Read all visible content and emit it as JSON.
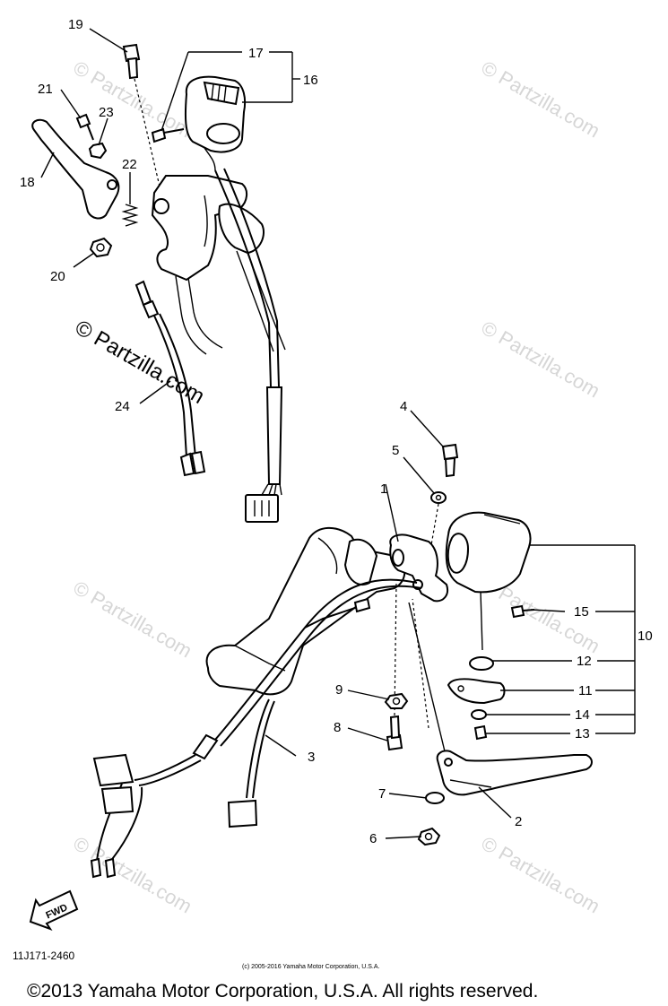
{
  "watermark": {
    "text": "© Partzilla.com"
  },
  "callouts": {
    "c1": "1",
    "c2": "2",
    "c3": "3",
    "c4": "4",
    "c5": "5",
    "c6": "6",
    "c7": "7",
    "c8": "8",
    "c9": "9",
    "c10": "10",
    "c11": "11",
    "c12": "12",
    "c13": "13",
    "c14": "14",
    "c15": "15",
    "c16": "16",
    "c17": "17",
    "c18": "18",
    "c19": "19",
    "c20": "20",
    "c21": "21",
    "c22": "22",
    "c23": "23",
    "c24": "24"
  },
  "direction_label": "FWD",
  "diagram_code": "11J171-2460",
  "small_copyright": "(c) 2005-2016 Yamaha Motor Corporation, U.S.A.",
  "footer_copyright": "©2013 Yamaha Motor Corporation, U.S.A. All rights reserved."
}
